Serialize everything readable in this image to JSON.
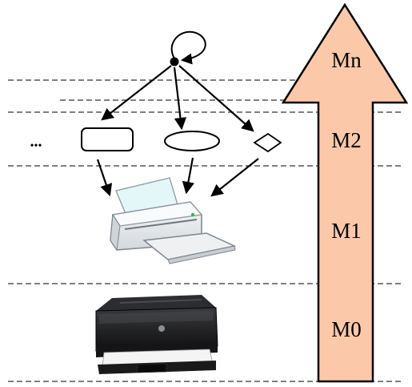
{
  "levels": {
    "mn": "Mn",
    "m2": "M2",
    "m1": "M1",
    "m0": "M0"
  },
  "ellipsis": "•••",
  "colors": {
    "arrow_fill": "#fbc9a9",
    "stroke": "#000000",
    "dashed_line": "#333333",
    "printer_body": "#e9ecee",
    "printer_paper": "#e3f6f8",
    "laser_printer": "#1d1d1f"
  },
  "icons": {
    "self_loop": "self-loop-icon",
    "rectangle": "rectangle-shape-icon",
    "ellipse": "ellipse-shape-icon",
    "diamond": "diamond-shape-icon",
    "printer_sketch": "printer-illustration-icon",
    "printer_photo": "laser-printer-photo-icon"
  }
}
